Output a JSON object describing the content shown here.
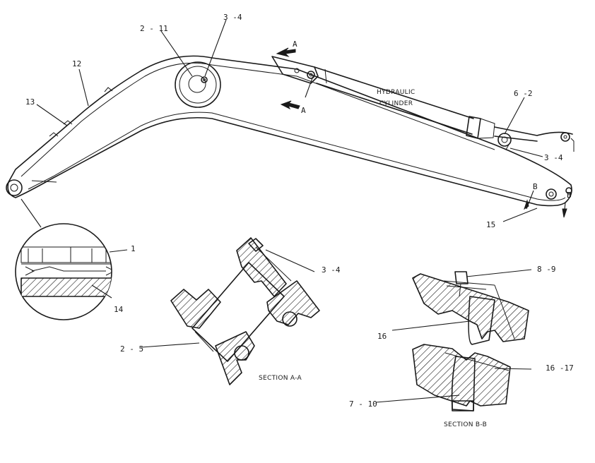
{
  "labels": {
    "l_2_11": "2 - 11",
    "l_3_4_top": "3 -4",
    "l_12": "12",
    "l_13": "13",
    "l_A_top": "A",
    "l_A_bottom": "A",
    "l_hydraulic": "HYDRAULIC",
    "l_cylinder": "CYLINDER",
    "l_6_2": "6 -2",
    "l_3_4_right": "3 -4",
    "l_B_left": "B",
    "l_B_right": "B",
    "l_15": "15",
    "l_1": "1",
    "l_14": "14",
    "l_3_4_section": "3 -4",
    "l_8_9": "8 -9",
    "l_16": "16",
    "l_2_5": "2 - 5",
    "l_16_17": "16 -17",
    "l_7_10": "7 - 10",
    "section_a": "SECTION  A-A",
    "section_b": "SECTION  B-B"
  }
}
